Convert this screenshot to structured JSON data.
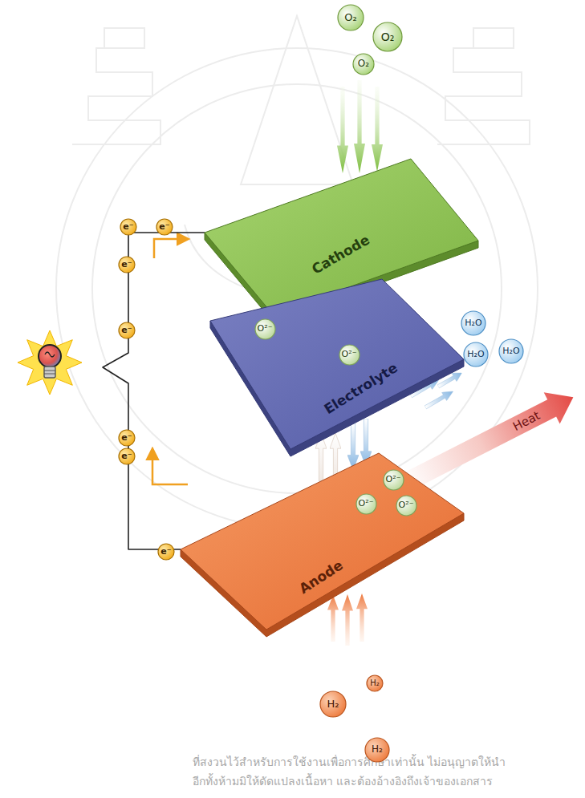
{
  "diagram": {
    "nodes": [
      {
        "text": [
          "O₂"
        ]
      },
      {
        "text": [
          "O₂"
        ]
      },
      {
        "text": [
          "O₂"
        ]
      },
      {
        "text": [
          "Cathode"
        ]
      },
      {
        "text": [
          "O²⁻"
        ]
      },
      {
        "text": [
          "e⁻"
        ]
      },
      {
        "text": [
          "e⁻"
        ]
      },
      {
        "text": [
          "e⁻"
        ]
      },
      {
        "text": [
          "Electrolyte"
        ]
      },
      {
        "text": [
          "O²⁻"
        ],
        "in": 8
      },
      {
        "text": [
          "O²⁻"
        ],
        "in": 8
      },
      {
        "text": [
          "e⁻"
        ]
      },
      {
        "text": [
          "H₂O"
        ]
      },
      {
        "text": [
          "H₂O"
        ]
      },
      {
        "text": [
          "H₂O"
        ]
      },
      {
        "text": [
          "e⁻"
        ]
      },
      {
        "text": [
          "e⁻"
        ]
      },
      {
        "text": [
          "Anode"
        ]
      },
      {
        "text": [
          "O²⁻"
        ],
        "in": 17
      },
      {
        "text": [
          "O²⁻"
        ],
        "in": 17
      },
      {
        "text": [
          "O²⁻"
        ],
        "in": 17
      },
      {
        "text": [
          "e⁻"
        ]
      },
      {
        "text": [
          "H₂"
        ]
      },
      {
        "text": [
          "H₂"
        ]
      },
      {
        "text": [
          "H₂"
        ]
      }
    ],
    "edges": [
      {
        "from": 17,
        "to": 3,
        "arrow": "none"
      }
    ],
    "labels": [
      "Heat",
      "ที่สงวนไว้สำหรับการใช้งานเพื่อการศึกษาเท่านั้น ไม่อนุญาตให้นำ",
      "อีกทั้งห้ามมิให้ดัดแปลงเนื้อหา และต้องอ้างอิงถึงเจ้าของเอกสาร"
    ]
  }
}
